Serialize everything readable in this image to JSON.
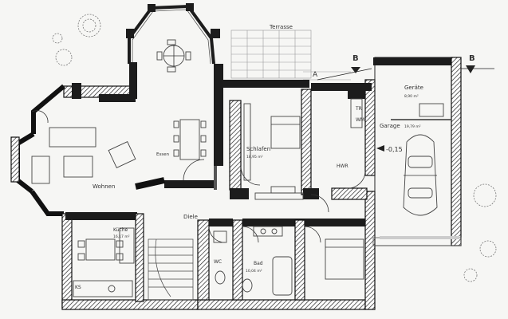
{
  "rooms": {
    "terrasse": "Terrasse",
    "gerate": "Geräte",
    "gerate_area": "8,90 m²",
    "garage": "Garage",
    "garage_area": "19,79 m²",
    "schlafen": "Schlafen",
    "schlafen_area": "18,95 m²",
    "essen": "Essen",
    "wohnen": "Wohnen",
    "kuche": "Küche",
    "kuche_area": "16,17 m²",
    "diele": "Diele",
    "bad": "Bad",
    "bad_area": "10,04 m²",
    "wc": "WC",
    "hwr": "HWR",
    "tr": "TR",
    "wm": "WM",
    "ks": "KS"
  },
  "markers": {
    "section_a": "A",
    "section_b_left": "B",
    "section_b_right": "B",
    "level": "-0,15"
  }
}
